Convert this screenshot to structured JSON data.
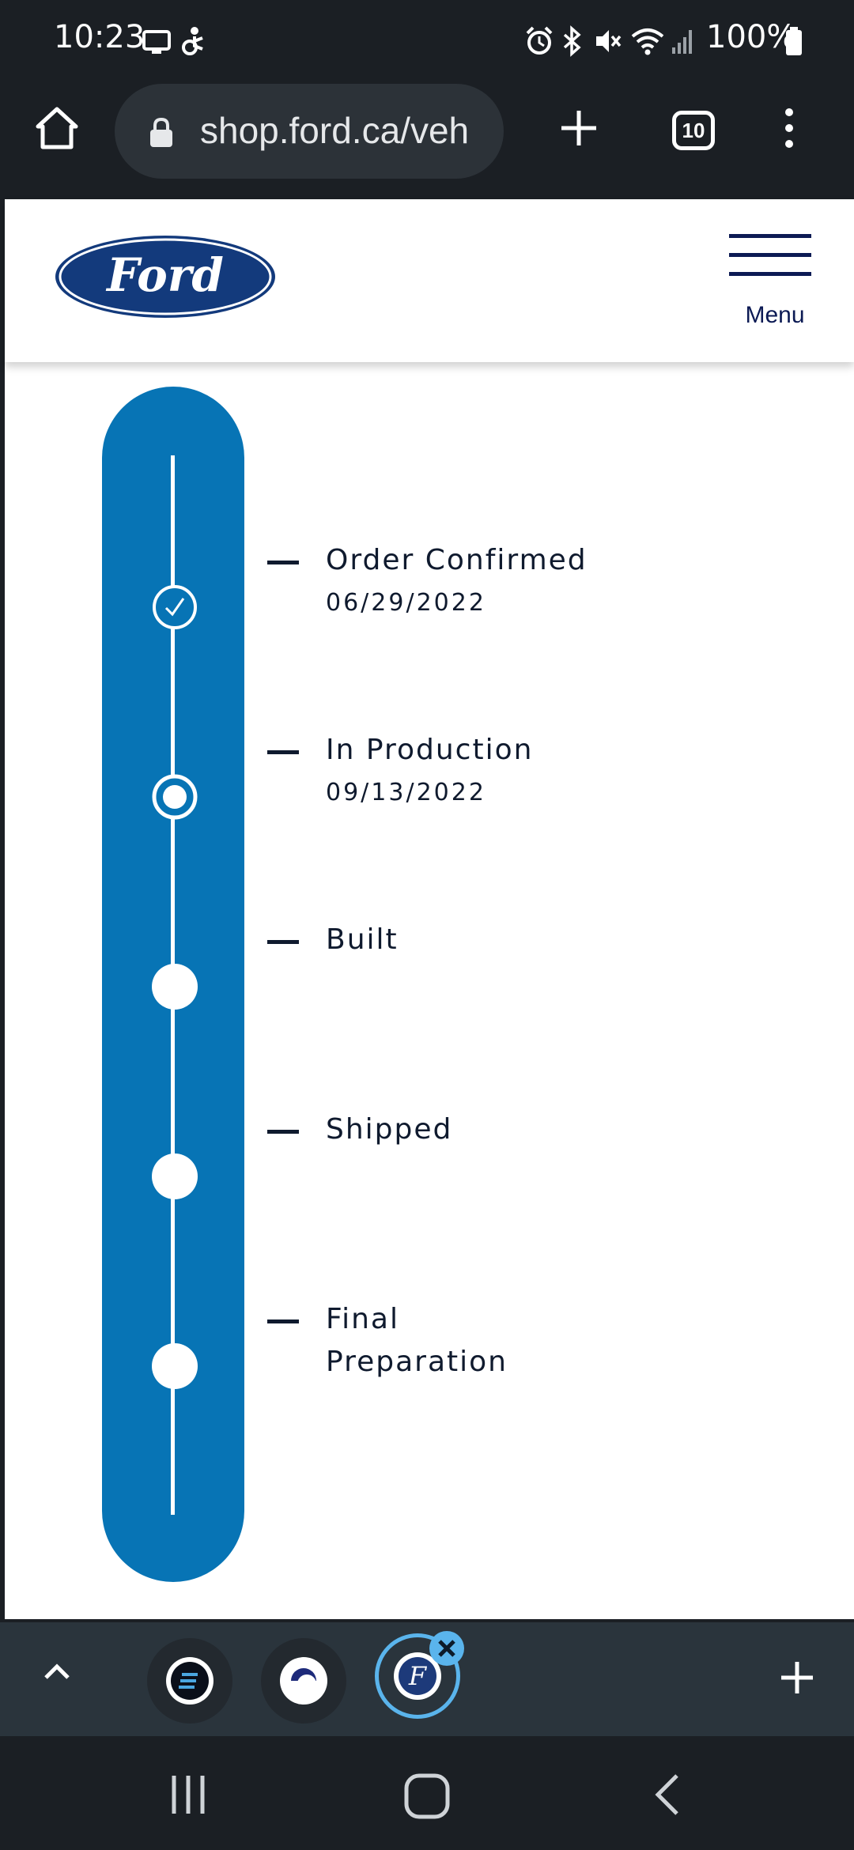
{
  "status_bar": {
    "time": "10:23",
    "battery_text": "100%"
  },
  "browser": {
    "url": "shop.ford.ca/veh",
    "tab_count": "10"
  },
  "header": {
    "logo_text": "Ford",
    "menu_label": "Menu"
  },
  "timeline": {
    "steps": [
      {
        "label": "Order Confirmed",
        "date": "06/29/2022",
        "state": "completed"
      },
      {
        "label": "In Production",
        "date": "09/13/2022",
        "state": "current"
      },
      {
        "label": "Built",
        "state": "pending"
      },
      {
        "label": "Shipped",
        "state": "pending"
      },
      {
        "label": "Final Preparation",
        "state": "pending"
      }
    ]
  },
  "colors": {
    "track": "#0774b5",
    "text": "#0f1a2e",
    "ford_blue": "#133a7c",
    "menu": "#0c1a54"
  }
}
